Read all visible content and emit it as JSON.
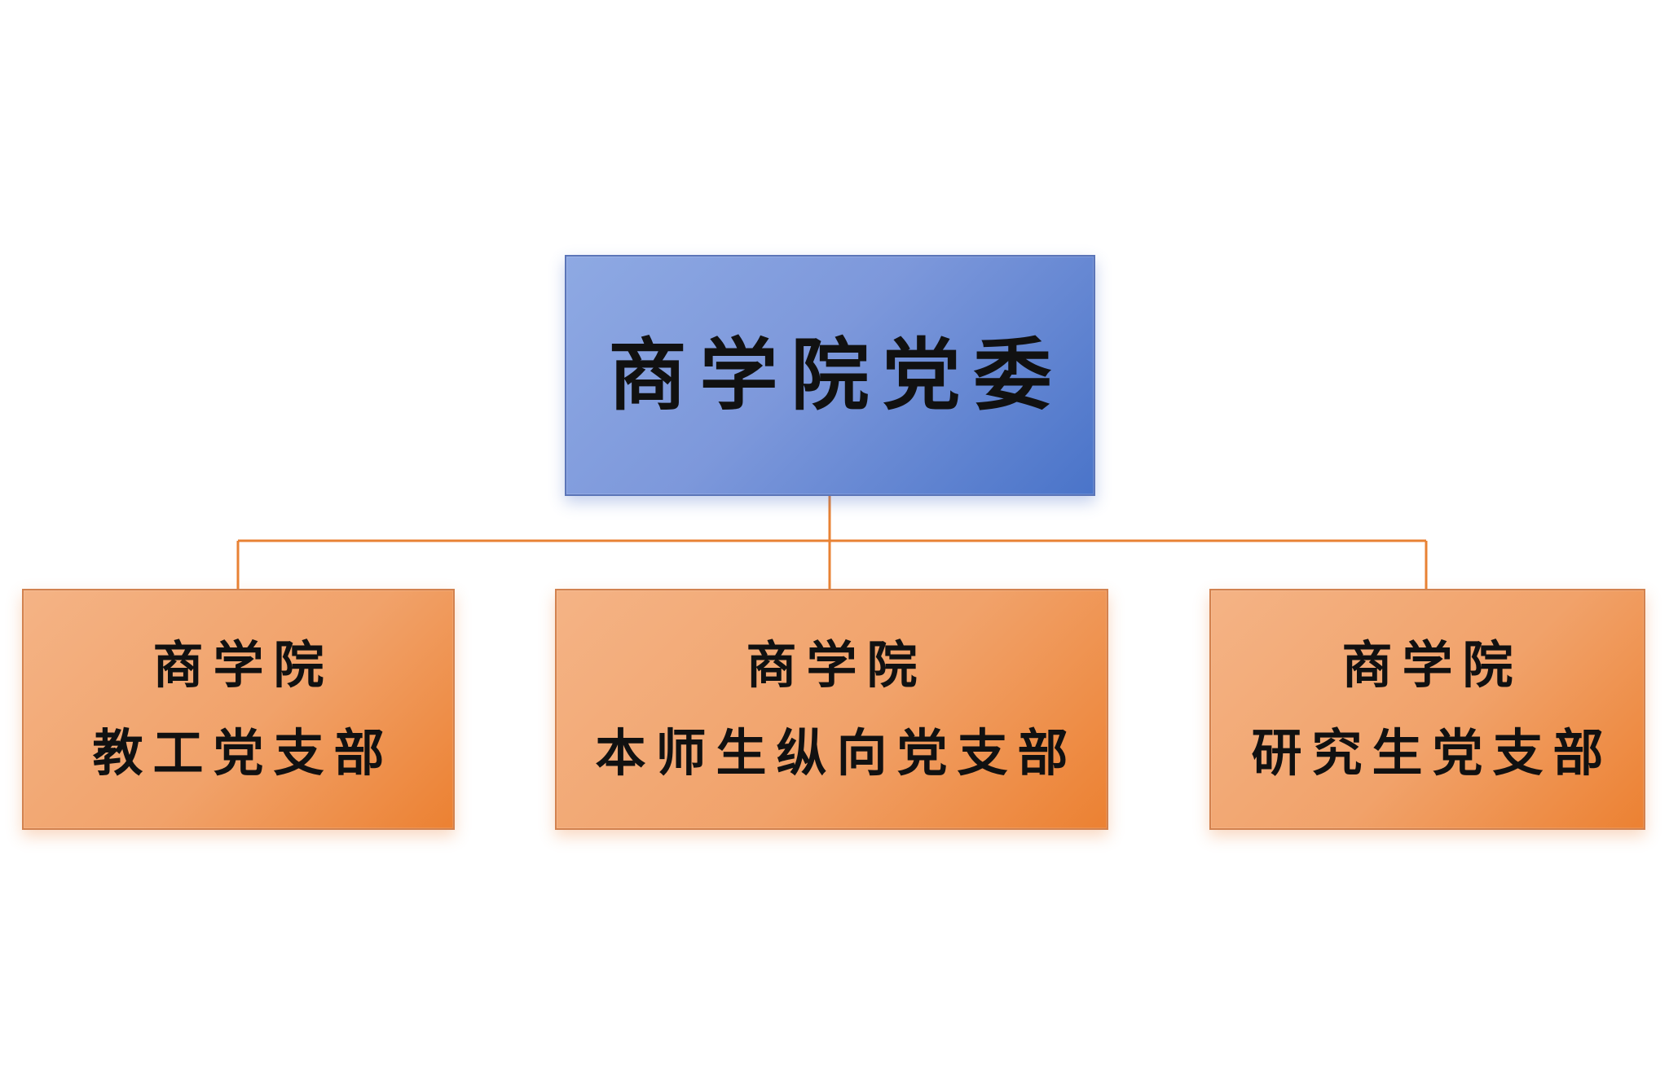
{
  "diagram": {
    "root": {
      "label": "商学院党委",
      "fill_start": "#8ea9e3",
      "fill_end": "#4a74c9"
    },
    "children": [
      {
        "line1": "商学院",
        "line2": "教工党支部"
      },
      {
        "line1": "商学院",
        "line2": "本师生纵向党支部"
      },
      {
        "line1": "商学院",
        "line2": "研究生党支部"
      }
    ],
    "colors": {
      "connector": "#e88234",
      "child_fill_start": "#f4b385",
      "child_fill_end": "#ec8132"
    }
  }
}
